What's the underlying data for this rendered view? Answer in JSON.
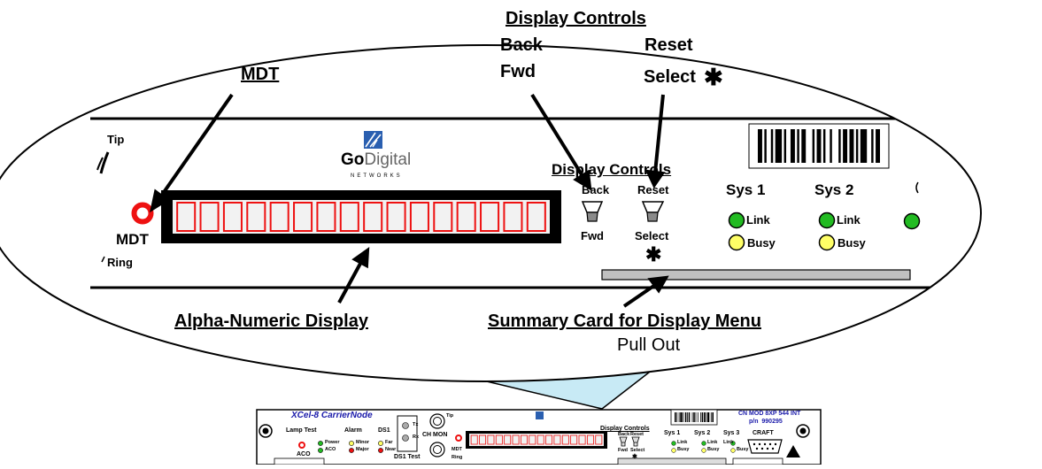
{
  "callouts": {
    "display_controls": "Display Controls",
    "back": "Back",
    "fwd": "Fwd",
    "reset": "Reset",
    "select": "Select",
    "mdt": "MDT",
    "alpha_numeric": "Alpha-Numeric Display",
    "summary_card": "Summary Card for Display Menu",
    "pull_out": "Pull Out",
    "asterisk": "✱"
  },
  "zoom_panel": {
    "tip": "Tip",
    "ring": "Ring",
    "mdt": "MDT",
    "brand_go": "Go",
    "brand_digital": "Digital",
    "brand_networks": "NETWORKS",
    "display_controls": "Display Controls",
    "back": "Back",
    "reset": "Reset",
    "fwd": "Fwd",
    "select": "Select",
    "asterisk": "✱",
    "sys1": "Sys 1",
    "sys2": "Sys 2",
    "link": "Link",
    "busy": "Busy",
    "display_segments": 16
  },
  "device": {
    "title": "XCel-8 CarrierNode",
    "lamp_test": "Lamp Test",
    "aco": "ACO",
    "power": "Power",
    "alarm": "Alarm",
    "minor": "Minor",
    "major": "Major",
    "ds1": "DS1",
    "far": "Far",
    "near": "Near",
    "tx": "Tx",
    "rx": "Rx",
    "ds1_test": "DS1 Test",
    "ch_mon": "CH MON",
    "tip": "Tip",
    "mdt": "MDT",
    "ring": "Ring",
    "display_controls": "Display Controls",
    "back": "Back",
    "reset": "Reset",
    "fwd": "Fwd",
    "select": "Select",
    "sys1": "Sys 1",
    "sys2": "Sys 2",
    "sys3": "Sys 3",
    "link": "Link",
    "busy": "Busy",
    "model": "CN MOD 8XP 544 INT",
    "pn": "p/n",
    "pn_value": "990295",
    "craft": "CRAFT",
    "display_segments": 16
  },
  "colors": {
    "link_led": "#22bb22",
    "busy_led": "#ffff66",
    "mdt_led": "#ee1111",
    "display_bg": "#000000",
    "segment_fill": "#ee1111",
    "segment_bg": "#f2f2f2",
    "callout_fill": "#c8eaf5",
    "device_title": "#1a1aaa",
    "summary_card": "#c0c0c0"
  }
}
